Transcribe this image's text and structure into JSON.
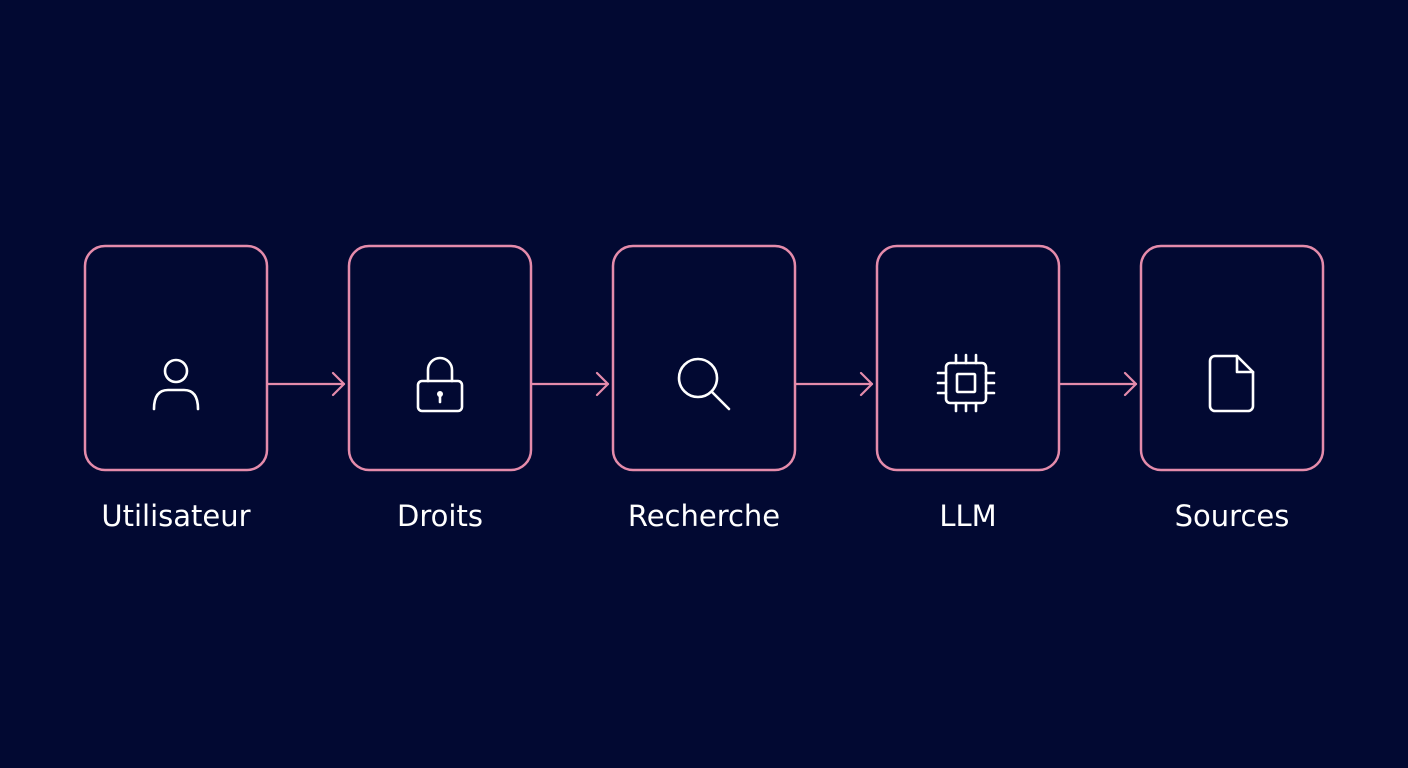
{
  "colors": {
    "background": "#020932",
    "box_stroke": "#e48bab",
    "arrow_stroke": "#e48bab",
    "icon_stroke": "#ffffff",
    "label_text": "#ffffff"
  },
  "flow": {
    "nodes": [
      {
        "id": "utilisateur",
        "label": "Utilisateur",
        "icon": "user-icon"
      },
      {
        "id": "droits",
        "label": "Droits",
        "icon": "lock-icon"
      },
      {
        "id": "recherche",
        "label": "Recherche",
        "icon": "search-icon"
      },
      {
        "id": "llm",
        "label": "LLM",
        "icon": "chip-icon"
      },
      {
        "id": "sources",
        "label": "Sources",
        "icon": "document-icon"
      }
    ],
    "edges": [
      {
        "from": "utilisateur",
        "to": "droits"
      },
      {
        "from": "droits",
        "to": "recherche"
      },
      {
        "from": "recherche",
        "to": "llm"
      },
      {
        "from": "llm",
        "to": "sources"
      }
    ]
  }
}
